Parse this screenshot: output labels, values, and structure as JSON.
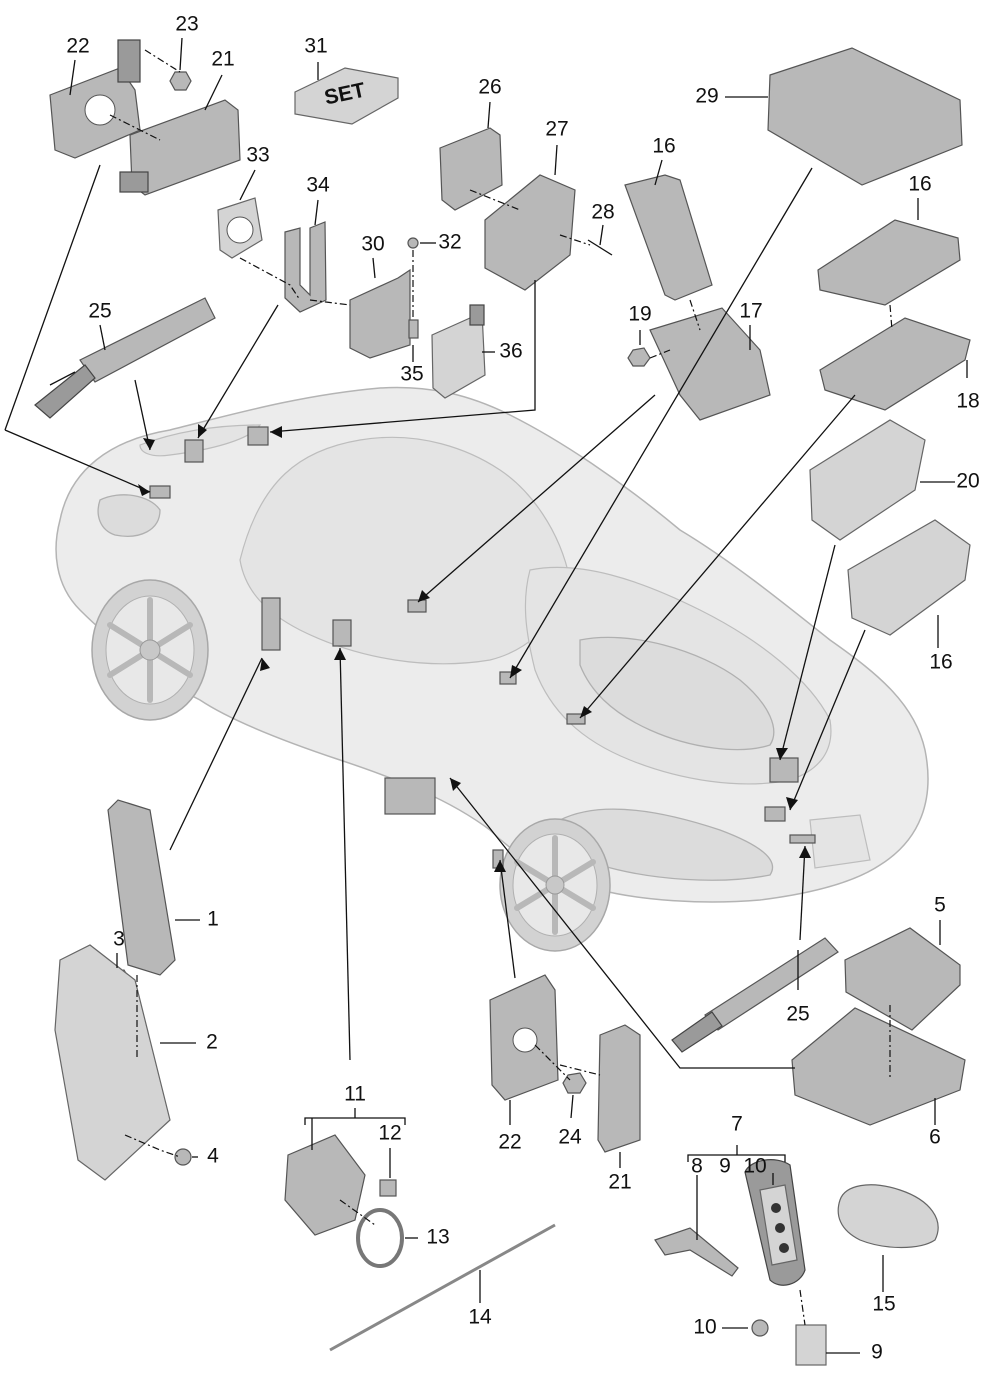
{
  "labels": {
    "l1": "1",
    "l2": "2",
    "l3": "3",
    "l4": "4",
    "l5": "5",
    "l6": "6",
    "l7": "7",
    "l8": "8",
    "l9a": "9",
    "l9b": "9",
    "l10a": "10",
    "l10b": "10",
    "l11": "11",
    "l12": "12",
    "l13": "13",
    "l14": "14",
    "l15": "15",
    "l16a": "16",
    "l16b": "16",
    "l16c": "16",
    "l17": "17",
    "l18": "18",
    "l19": "19",
    "l20": "20",
    "l21a": "21",
    "l21b": "21",
    "l22a": "22",
    "l22b": "22",
    "l23": "23",
    "l24": "24",
    "l25a": "25",
    "l25b": "25",
    "l26": "26",
    "l27": "27",
    "l28": "28",
    "l29": "29",
    "l30": "30",
    "l31": "31",
    "l32": "32",
    "l33": "33",
    "l34": "34",
    "l35": "35",
    "l36": "36"
  },
  "set_box_text": "SET",
  "colors": {
    "part_fill": "#b8b8b8",
    "car_fill": "#ececec",
    "line": "#111111"
  }
}
